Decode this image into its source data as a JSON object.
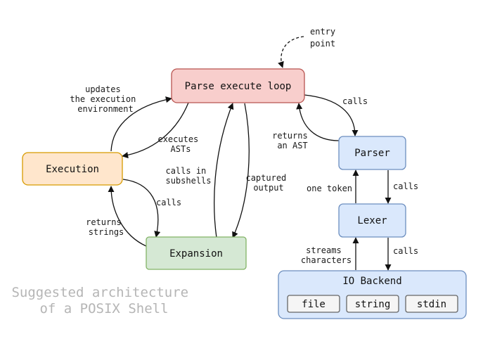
{
  "title": {
    "line1": "Suggested architecture",
    "line2": "of a POSIX Shell"
  },
  "colors": {
    "parse_fill": "#f8cecc",
    "parse_stroke": "#b85450",
    "exec_fill": "#ffe6cc",
    "exec_stroke": "#d79b00",
    "expand_fill": "#d5e8d4",
    "expand_stroke": "#82b366",
    "blue_fill": "#dae8fc",
    "blue_stroke": "#6c8ebf",
    "chip_fill": "#f5f5f5",
    "chip_stroke": "#666666"
  },
  "nodes": {
    "parse_loop": "Parse execute loop",
    "execution": "Execution",
    "expansion": "Expansion",
    "parser": "Parser",
    "lexer": "Lexer",
    "io_backend": "IO Backend",
    "io_items": [
      "file",
      "string",
      "stdin"
    ]
  },
  "labels": {
    "entry_point": [
      "entry",
      "point"
    ],
    "updates_env": [
      "updates",
      "the execution",
      "environment"
    ],
    "executes_asts": [
      "executes",
      "ASTs"
    ],
    "calls_in_subshells": [
      "calls in",
      "subshells"
    ],
    "captured_output": [
      "captured",
      "output"
    ],
    "calls_parser": "calls",
    "returns_ast": [
      "returns",
      "an AST"
    ],
    "one_token": "one token",
    "calls_lexer": "calls",
    "returns_strings": [
      "returns",
      "strings"
    ],
    "calls_expansion": "calls",
    "streams_chars": [
      "streams",
      "characters"
    ],
    "calls_io": "calls"
  }
}
